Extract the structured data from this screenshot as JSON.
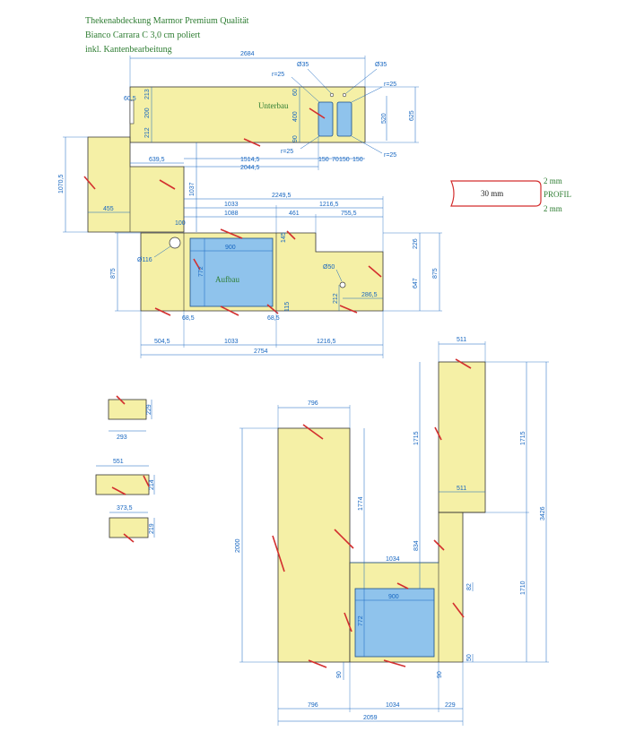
{
  "header": {
    "line1": "Thekenabdeckung Marmor Premium Qualität",
    "line2": "Bianco Carrara C 3,0 cm poliert",
    "line3": "inkl. Kantenbearbeitung"
  },
  "labels": {
    "unterbau": "Unterbau",
    "aufbau": "Aufbau",
    "profile_thickness": "30 mm",
    "profile_top": "2 mm",
    "profile_word": "PROFIL",
    "profile_bottom": "2 mm"
  },
  "dims": {
    "d2684": "2684",
    "d35a": "Ø35",
    "d35b": "Ø35",
    "r25a": "r=25",
    "r25b": "r=25",
    "r25c": "r=25",
    "r25d": "r=25",
    "d60": "60",
    "d90": "90",
    "d400": "400",
    "d520": "520",
    "d625": "625",
    "d60_5": "60,5",
    "d213": "213",
    "d200": "200",
    "d212": "212",
    "d150a": "150",
    "d70": "70",
    "d150b": "150",
    "d150c": "150",
    "d1514_5": "1514,5",
    "d2044_5": "2044,5",
    "d639_5": "639,5",
    "d1070_5": "1070,5",
    "d455": "455",
    "d1037": "1037",
    "d2249_5": "2249,5",
    "d1033a": "1033",
    "d1216_5a": "1216,5",
    "d1088": "1088",
    "d461": "461",
    "d755_5": "755,5",
    "d100": "100",
    "d145": "145",
    "d226": "226",
    "d116": "Ø116",
    "d900a": "900",
    "d772a": "772",
    "d875a": "875",
    "d875b": "875",
    "d647": "647",
    "d50": "Ø50",
    "d212b": "212",
    "d286_5": "286,5",
    "d68_5a": "68,5",
    "d68_5b": "68,5",
    "d115": "115",
    "d504_5": "504,5",
    "d1033b": "1033",
    "d1216_5b": "1216,5",
    "d2754": "2754",
    "d229a": "229",
    "d293": "293",
    "d551": "551",
    "d214": "214",
    "d373_5": "373,5",
    "d219": "219",
    "d796a": "796",
    "d2000": "2000",
    "d1774": "1774",
    "d1034a": "1034",
    "d900b": "900",
    "d772b": "772",
    "d511a": "511",
    "d1715a": "1715",
    "d1715b": "1715",
    "d511b": "511",
    "d3426": "3426",
    "d834": "834",
    "d1710": "1710",
    "d82": "82",
    "d50b": "50",
    "d90b": "90",
    "d796b": "796",
    "d1034b": "1034",
    "d229b": "229",
    "d2059": "2059"
  }
}
